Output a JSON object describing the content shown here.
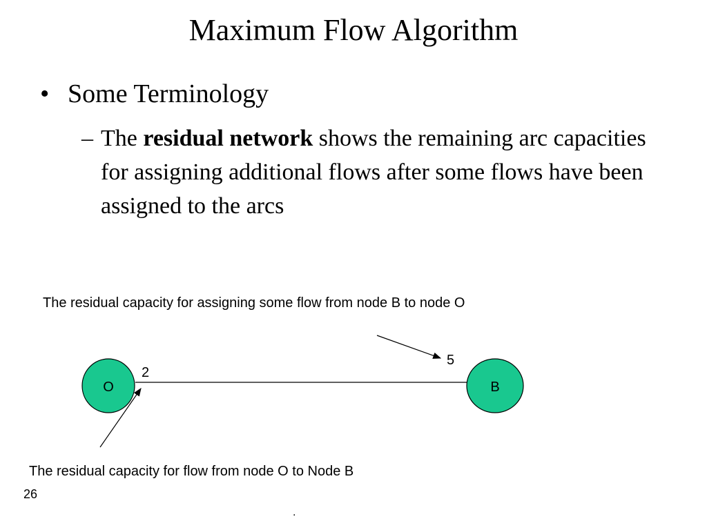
{
  "slide": {
    "title": "Maximum Flow Algorithm",
    "bullet": "Some Terminology",
    "sub_dash": "–",
    "sub_prefix": "The",
    "sub_bold": "residual network",
    "sub_rest": "shows the remaining arc capacities for assigning additional flows after some flows have been assigned to the arcs",
    "caption_top": "The residual capacity for assigning some flow from node B to node O",
    "caption_bottom": "The residual capacity for flow from node O to Node B",
    "page_number": "26",
    "footer_dot": "."
  },
  "diagram": {
    "node_left": "O",
    "node_right": "B",
    "capacity_o_to_b": "2",
    "capacity_b_to_o": "5",
    "node_fill": "#19c88f"
  }
}
